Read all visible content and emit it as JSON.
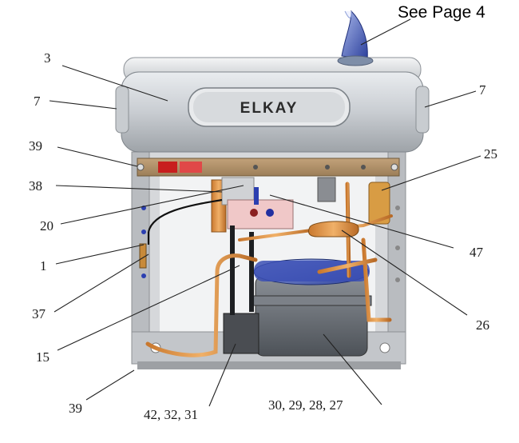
{
  "note": "See Page 4",
  "brand": "ELKAY",
  "callouts": {
    "c3": "3",
    "c7_left": "7",
    "c7_right": "7",
    "c39_top": "39",
    "c25": "25",
    "c38": "38",
    "c20": "20",
    "c47": "47",
    "c1": "1",
    "c26": "26",
    "c37": "37",
    "c15": "15",
    "c39_bottom": "39",
    "c42_32_31": "42, 32, 31",
    "c30_29_28_27": "30, 29, 28, 27"
  }
}
